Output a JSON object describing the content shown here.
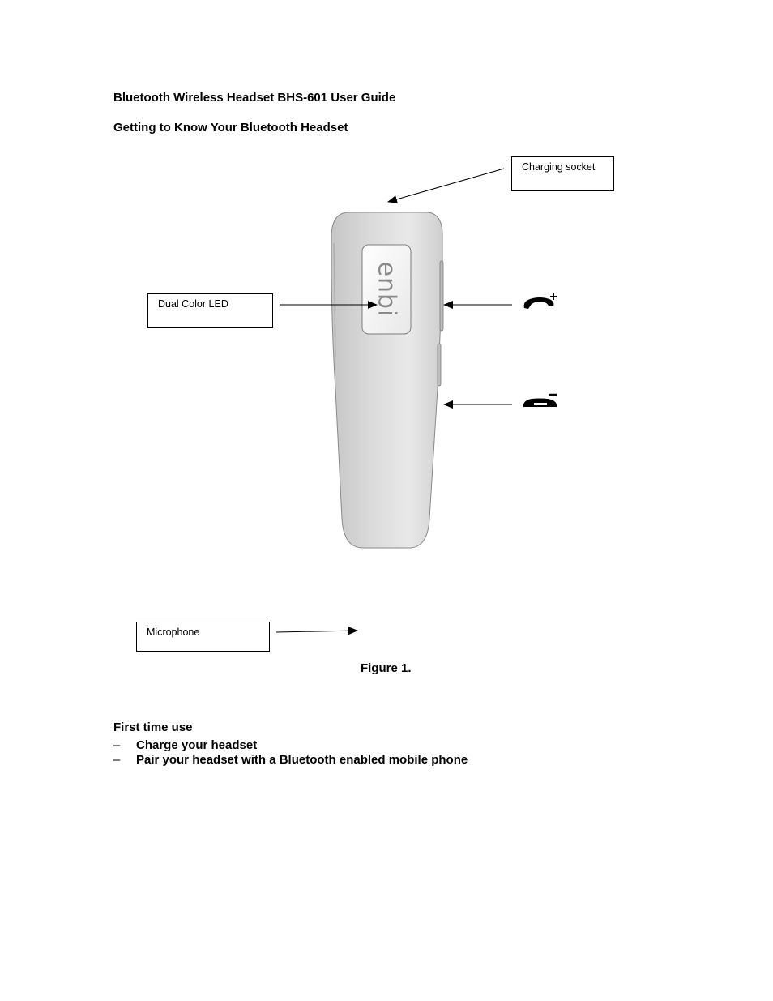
{
  "document": {
    "title": "Bluetooth Wireless Headset BHS-601 User Guide",
    "section_heading": "Getting to Know Your Bluetooth Headset",
    "figure": {
      "callouts": {
        "charging_socket": "Charging socket",
        "dual_color_led": "Dual Color LED",
        "microphone": "Microphone"
      },
      "device_logo": "enbi",
      "icons": [
        "phone-volume-up-icon",
        "phone-volume-down-icon"
      ],
      "caption": "Figure 1."
    },
    "first_time_use": {
      "heading": "First time use",
      "items": [
        "Charge your headset",
        "Pair your headset with a Bluetooth enabled mobile phone"
      ],
      "bullet_symbol": "–"
    }
  }
}
